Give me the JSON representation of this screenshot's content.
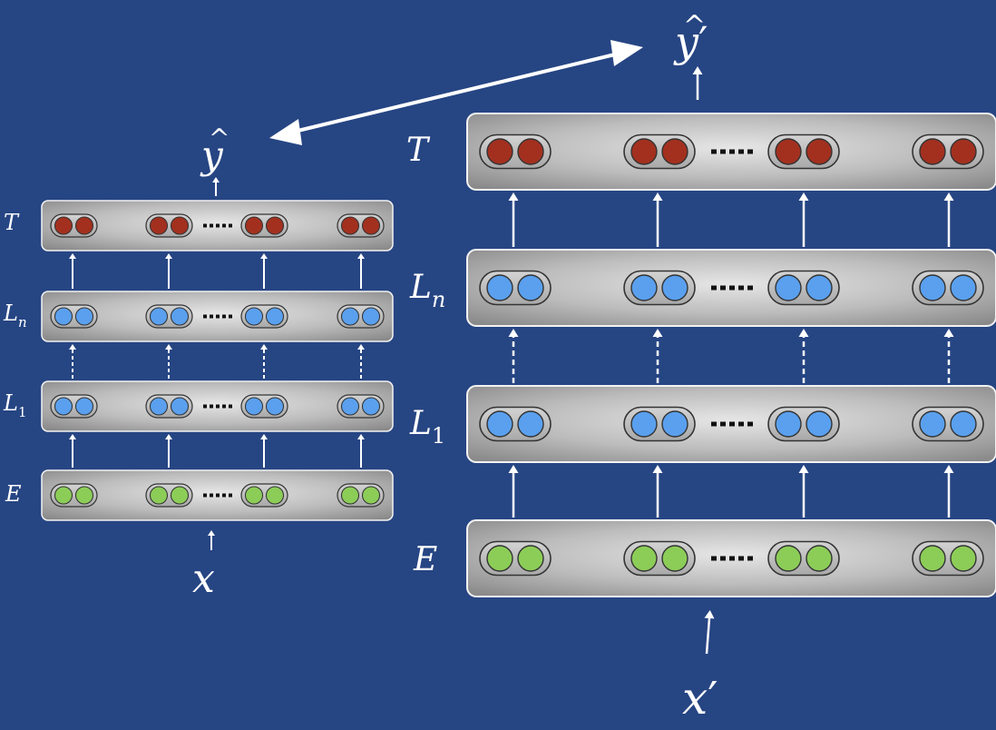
{
  "diagram": {
    "colors": {
      "background": "#264583",
      "red": "#a3301f",
      "blue": "#5aa0ee",
      "green": "#8ccd58",
      "arrow": "#ffffff",
      "dots": "#111111"
    },
    "small_model": {
      "layers": [
        {
          "label": "T",
          "sub": "",
          "color": "red"
        },
        {
          "label": "L",
          "sub": "n",
          "color": "blue"
        },
        {
          "label": "L",
          "sub": "1",
          "color": "blue"
        },
        {
          "label": "E",
          "sub": "",
          "color": "green"
        }
      ],
      "output": {
        "label": "y",
        "hat": "^",
        "prime": ""
      },
      "input": {
        "label": "x",
        "prime": ""
      }
    },
    "large_model": {
      "layers": [
        {
          "label": "T",
          "sub": "",
          "color": "red"
        },
        {
          "label": "L",
          "sub": "n",
          "color": "blue"
        },
        {
          "label": "L",
          "sub": "1",
          "color": "blue"
        },
        {
          "label": "E",
          "sub": "",
          "color": "green"
        }
      ],
      "output": {
        "label": "y",
        "hat": "^",
        "prime": "′"
      },
      "input": {
        "label": "x",
        "prime": "′"
      }
    },
    "connector_arrow": "bidirectional"
  }
}
